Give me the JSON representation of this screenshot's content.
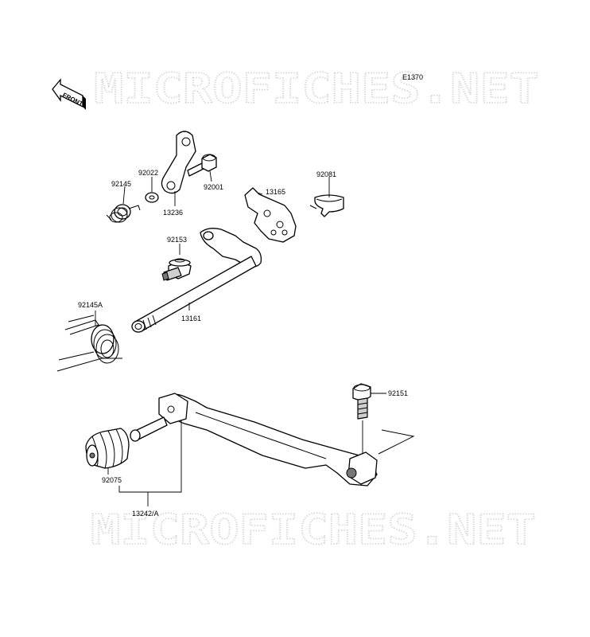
{
  "diagram_code": "E1370",
  "watermark": "MICROFICHES.NET",
  "front_label": "FRONT",
  "parts": {
    "p92022": "92022",
    "p92145": "92145",
    "p13236": "13236",
    "p92001": "92001",
    "p13165": "13165",
    "p92081": "92081",
    "p92153": "92153",
    "p92145A": "92145A",
    "p13161": "13161",
    "p92151": "92151",
    "p92075": "92075",
    "p13242A": "13242/A"
  }
}
